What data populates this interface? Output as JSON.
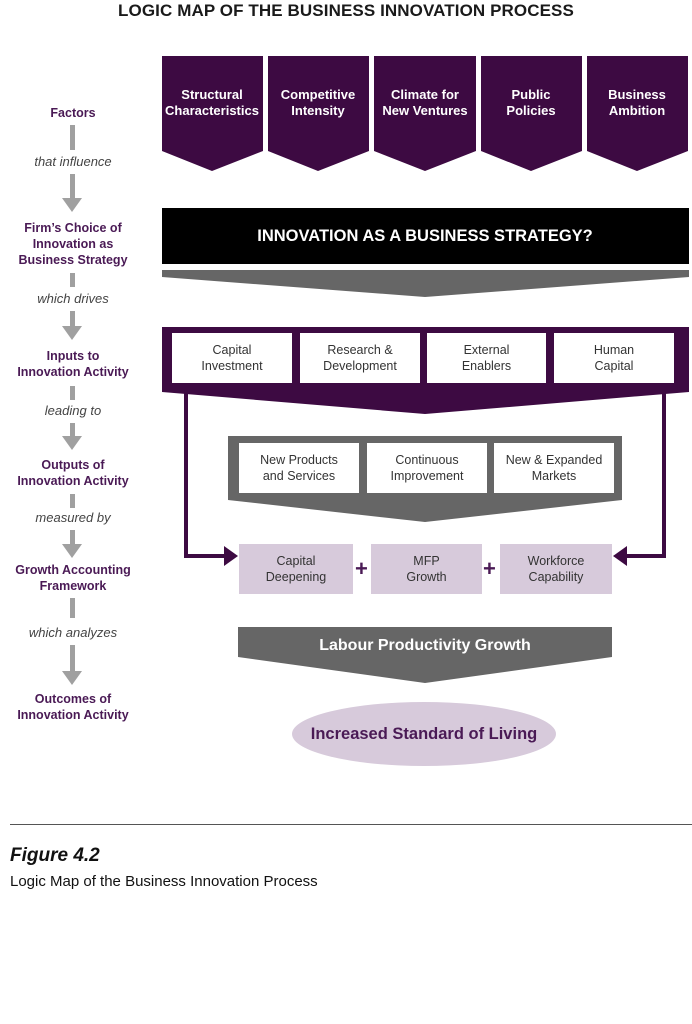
{
  "title": "LOGIC MAP OF THE BUSINESS INNOVATION PROCESS",
  "stages": [
    {
      "label": "Factors"
    },
    {
      "label": "Firm’s Choice of\nInnovation as\nBusiness Strategy"
    },
    {
      "label": "Inputs to\nInnovation Activity"
    },
    {
      "label": "Outputs of\nInnovation Activity"
    },
    {
      "label": "Growth Accounting\nFramework"
    },
    {
      "label": "Outcomes of\nInnovation Activity"
    }
  ],
  "connectors": [
    "that influence",
    "which drives",
    "leading to",
    "measured by",
    "which analyzes"
  ],
  "factors": [
    "Structural\nCharacteristics",
    "Competitive\nIntensity",
    "Climate for\nNew Ventures",
    "Public\nPolicies",
    "Business\nAmbition"
  ],
  "strategy_banner": "INNOVATION AS A BUSINESS STRATEGY?",
  "inputs": [
    "Capital\nInvestment",
    "Research &\nDevelopment",
    "External\nEnablers",
    "Human\nCapital"
  ],
  "outputs": [
    "New Products\nand Services",
    "Continuous\nImprovement",
    "New & Expanded\nMarkets"
  ],
  "growth_components": [
    "Capital\nDeepening",
    "MFP\nGrowth",
    "Workforce\nCapability"
  ],
  "plus_sign": "+",
  "labour_productivity": "Labour Productivity Growth",
  "outcome": "Increased Standard of Living",
  "figure": {
    "number": "Figure 4.2",
    "caption": "Logic Map of the Business Innovation Process"
  },
  "colors": {
    "purple": "#3d0a42",
    "label_purple": "#4a1a55",
    "dark_gray": "#666666",
    "black": "#000000",
    "lilac": "#d7cadb",
    "connector_gray": "#a0a0a0"
  }
}
